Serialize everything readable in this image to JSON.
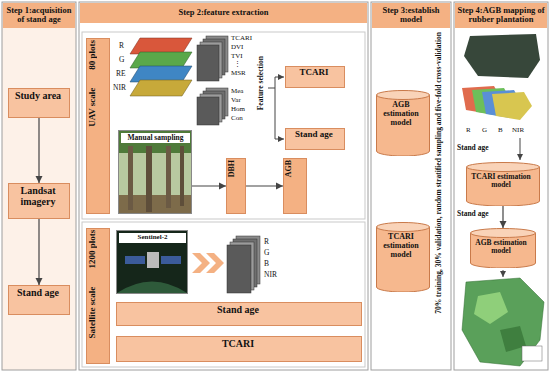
{
  "diagram": {
    "nodes": [
      {
        "text": [
          "Step 1:acquisition of stand age"
        ]
      },
      {
        "text": [
          "Study area"
        ],
        "in": 0
      },
      {
        "text": [
          "Landsat imagery"
        ],
        "in": 0
      },
      {
        "text": [
          "Stand age"
        ],
        "in": 0
      },
      {
        "text": [
          "Step 2:feature extraction"
        ]
      },
      {
        "text": [
          "UAV scale",
          "80 plots"
        ],
        "in": 4
      },
      {
        "text": [
          "TCARI"
        ],
        "in": 4
      },
      {
        "text": [
          "Stand age"
        ],
        "in": 4
      },
      {
        "text": [
          "Manual sampling"
        ],
        "in": 4
      },
      {
        "text": [
          "DBH"
        ],
        "in": 4
      },
      {
        "text": [
          "AGB"
        ],
        "in": 4
      },
      {
        "text": [
          "Satellite scale",
          "1200 plots"
        ],
        "in": 4
      },
      {
        "text": [
          "Sentinel-2"
        ],
        "in": 4
      },
      {
        "text": [
          "Stand age"
        ],
        "in": 4
      },
      {
        "text": [
          "TCARI"
        ],
        "in": 4
      },
      {
        "text": [
          "Step 3:establish model"
        ]
      },
      {
        "text": [
          "AGB estimation model"
        ],
        "in": 15
      },
      {
        "text": [
          "TCARI estimation model"
        ],
        "in": 15
      },
      {
        "text": [
          "Step 4:AGB mapping of rubber plantation"
        ]
      },
      {
        "text": [
          "TCARI estimation model"
        ],
        "in": 18
      },
      {
        "text": [
          "AGB estimation model"
        ],
        "in": 18
      }
    ],
    "edges": [
      {
        "from": 1,
        "to": 2,
        "arrow": "to"
      },
      {
        "from": 2,
        "to": 3,
        "arrow": "to"
      },
      {
        "from": 8,
        "to": 9,
        "arrow": "to"
      },
      {
        "from": 9,
        "to": 10,
        "arrow": "to"
      },
      {
        "from": 19,
        "to": 20,
        "arrow": "to"
      }
    ],
    "labels": [
      "R",
      "G",
      "RE",
      "NIR",
      "TCARI",
      "DVI",
      "TVI",
      "⋮",
      "MSR",
      "Mea",
      "Var",
      "Hom",
      "Con",
      "Feature selection",
      "R",
      "G",
      "B",
      "NIR",
      "70% training, 30% validation, random stratified sampling and five-fold cross-validation",
      "R",
      "G",
      "B",
      "NIR",
      "Stand age",
      "Stand age"
    ]
  }
}
